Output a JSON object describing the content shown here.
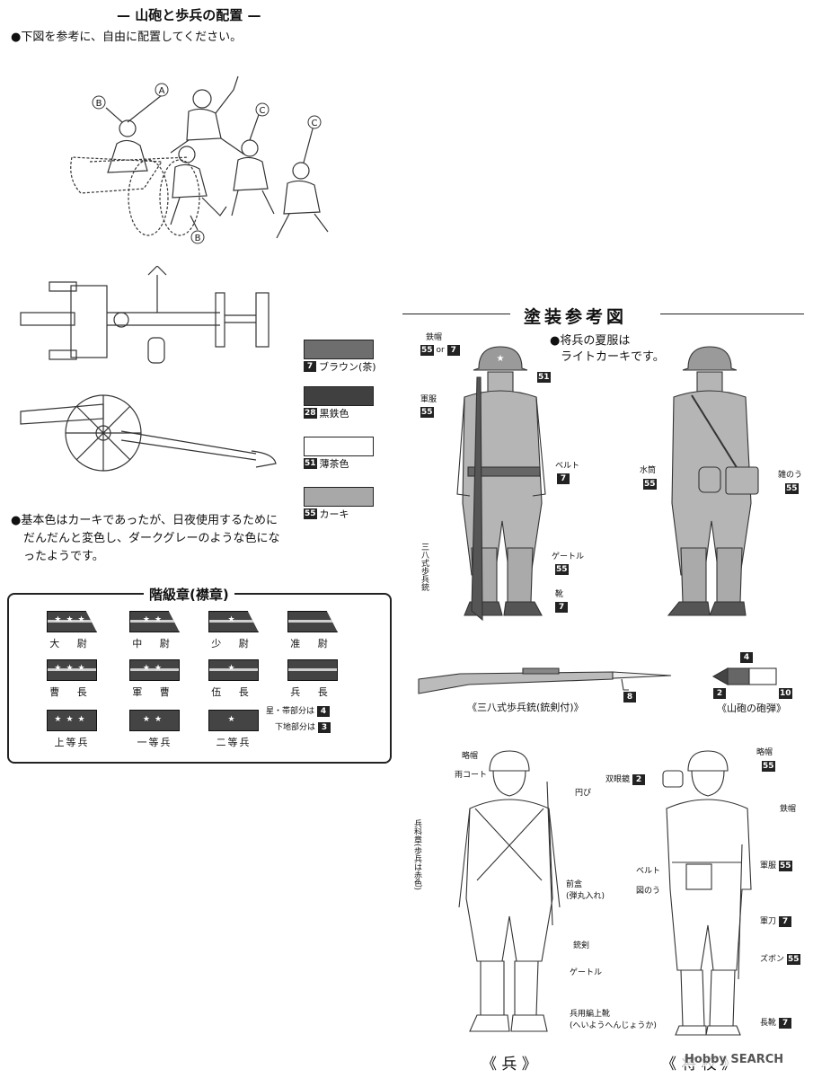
{
  "placement": {
    "title": "— 山砲と歩兵の配置 —",
    "note": "●下図を参考に、自由に配置してください。",
    "markers": [
      "A",
      "B",
      "C",
      "C",
      "B"
    ]
  },
  "paints": [
    {
      "num": "7",
      "name": "ブラウン(茶)",
      "color": "#6e6e6e"
    },
    {
      "num": "28",
      "name": "黒鉄色",
      "color": "#404040"
    },
    {
      "num": "51",
      "name": "薄茶色",
      "color": "#ffffff"
    },
    {
      "num": "55",
      "name": "カーキ",
      "color": "#a8a8a8"
    }
  ],
  "gun_note": [
    "●基本色はカーキであったが、日夜使用するために",
    "だんだんと変色し、ダークグレーのような色にな",
    "ったようです。"
  ],
  "ranks": {
    "title": "階級章(襟章)",
    "rows": [
      [
        "大 尉",
        "中 尉",
        "少 尉",
        "准 尉"
      ],
      [
        "曹 長",
        "軍 曹",
        "伍 長",
        "兵 長"
      ],
      [
        "上等兵",
        "一等兵",
        "二等兵"
      ]
    ],
    "star_note": "星・帯部分は",
    "star_num": "4",
    "base_note": "下地部分は",
    "base_num": "3"
  },
  "painting": {
    "title": "塗装参考図",
    "summer_note": [
      "●将兵の夏服は",
      "ライトカーキです。"
    ],
    "labels": {
      "helmet": "鉄帽",
      "helmet_num_a": "55",
      "helmet_or": "or",
      "helmet_num_b": "7",
      "star_num": "51",
      "uniform": "軍服",
      "uniform_num": "55",
      "belt": "ベルト",
      "belt_num": "7",
      "rifle_vert": "三八式歩兵銃",
      "gaiter": "ゲートル",
      "gaiter_num": "55",
      "shoes": "靴",
      "shoes_num": "7",
      "canteen": "水筒",
      "canteen_num": "55",
      "bag": "雑のう",
      "bag_num": "55"
    },
    "rifle_caption": "《三八式歩兵銃(銃剣付)》",
    "rifle_num": "8",
    "shell_caption": "《山砲の砲弾》",
    "shell_nums": [
      "4",
      "2",
      "10"
    ]
  },
  "soldier": {
    "cap": "略帽",
    "raincoat": "雨コート",
    "circle": "円ぴ",
    "branch_vert": "兵科章(歩兵は赤色)",
    "pouch": "前盒",
    "pouch_sub": "(弾丸入れ)",
    "bayonet": "銃剣",
    "gaiter": "ゲートル",
    "boots": "兵用編上靴",
    "boots_sub": "(へいようへんじょうか)",
    "caption": "《 兵 》"
  },
  "officer": {
    "cap": "略帽",
    "cap_num": "55",
    "binoculars": "双眼鏡",
    "binoculars_num": "2",
    "helmet": "鉄帽",
    "uniform": "軍服",
    "uniform_num": "55",
    "belt": "ベルト",
    "map_bag": "図のう",
    "sword": "軍刀",
    "sword_num": "7",
    "trousers": "ズボン",
    "trousers_num": "55",
    "boots": "長靴",
    "boots_num": "7",
    "caption": "《 将 校 》"
  },
  "watermark": "Hobby SEARCH"
}
